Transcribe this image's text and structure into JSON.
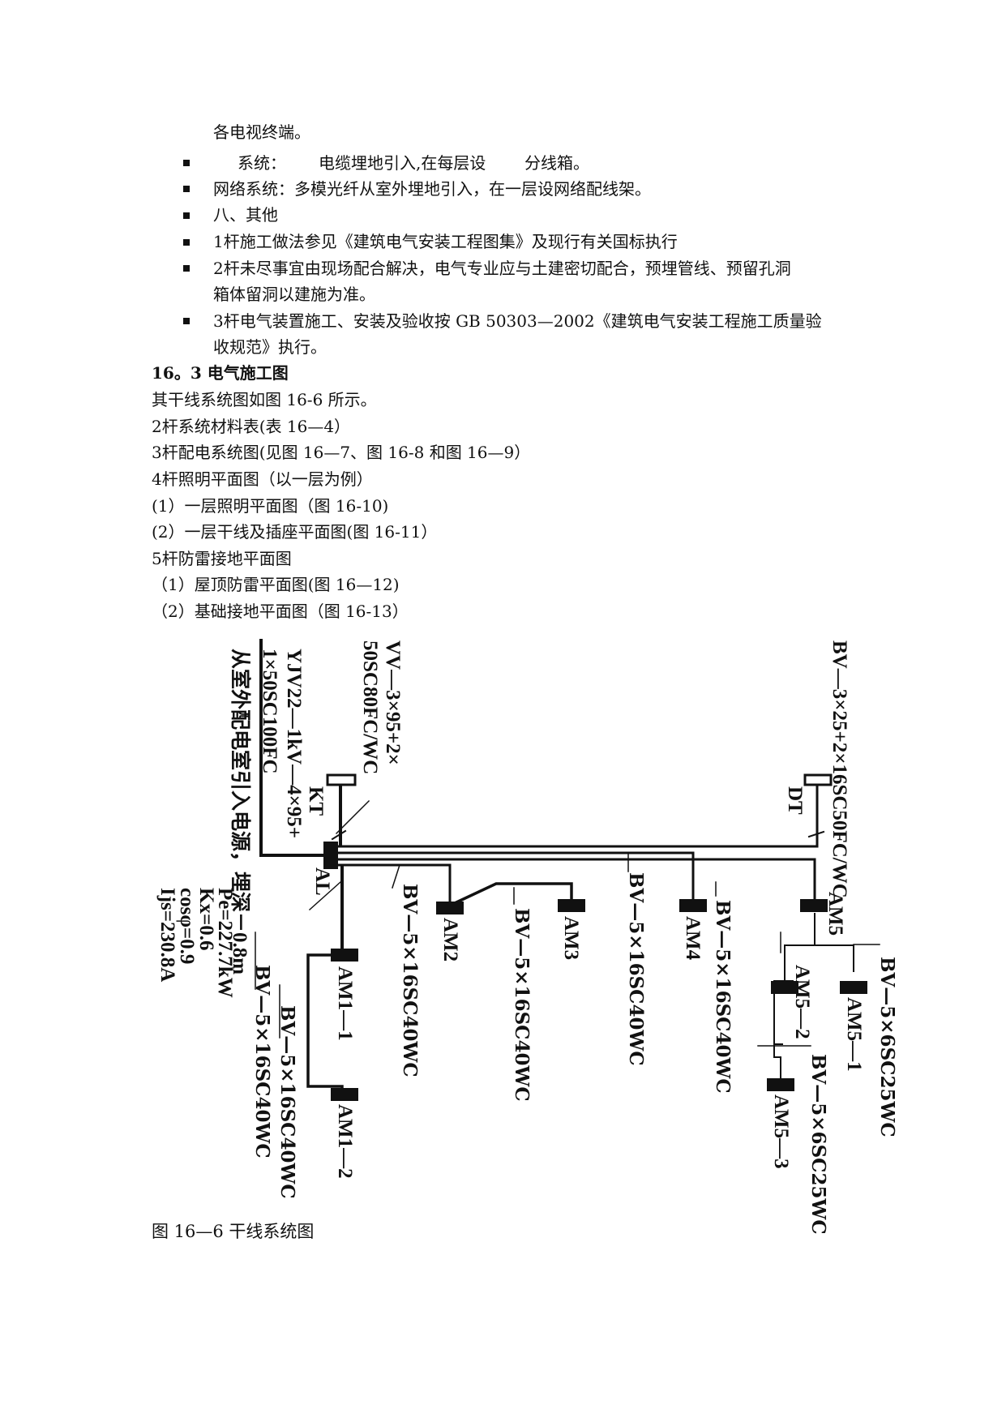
{
  "text_lines": [
    "各电视终端。",
    "系统：",
    "电缆埋地引入,在每层设",
    "分线箱。",
    "网络系统：多模光纤从室外埋地引入，在一层设网络配线架。",
    "八、其他",
    "1杆施工做法参见《建筑电气安装工程图集》及现行有关国标执行",
    "2杆未尽事宜由现场配合解决，电气专业应与土建密切配合，预埋管线、预留孔洞",
    "箱体留洞以建施为准。",
    "3杆电气装置施工、安装及验收按 GB 50303—2002《建筑电气安装工程施工质量验",
    "收规范》执行。",
    "16。3  电气施工图",
    "其干线系统图如图 16-6 所示。",
    "2杆系统材料表(表 16—4）",
    "3杆配电系统图(见图 16—7、图 16-8 和图 16—9）",
    "4杆照明平面图（以一层为例）",
    "(1）一层照明平面图（图 16-10)",
    "(2）一层干线及插座平面图(图 16-11）",
    "5杆防雷接地平面图",
    "（1）屋顶防雷平面图(图 16—12)",
    "（2）基础接地平面图（图 16-13）"
  ],
  "diagram": {
    "source_col1": "从室外配电室引入电源，埋深－0.8m",
    "source_col2": "YJV22—1kV—4×95+",
    "source_col3": "1×50SC100FC",
    "source_col4": "VV—3×95+2×",
    "source_col5": "50SC80FC/WC",
    "params": [
      "Pe=227.7kW",
      "Kx=0.6",
      "cosφ=0.9",
      "Ijs=230.8A"
    ],
    "dt_cable": "BV—3×25+2×16SC50FC/WC",
    "panels": {
      "al": "AL",
      "kt": "KT",
      "dt": "DT",
      "am1_1": "AM1—1",
      "am1_2": "AM1—2",
      "am2": "AM2",
      "am3": "AM3",
      "am4": "AM4",
      "am5": "AM5",
      "am5_1": "AM5—1",
      "am5_2": "AM5—2",
      "am5_3": "AM5—3"
    },
    "cables": {
      "c_am1_1": "BV—5×16SC40WC",
      "c_am1_2": "BV—5×16SC40WC",
      "c_am2": "BV—5×16SC40WC",
      "c_am3": "BV—5×16SC40WC",
      "c_am4": "BV—5×16SC40WC",
      "c_am5": "BV—5×16SC40WC",
      "c_am5_1": "BV—5×6SC25WC",
      "c_am5_3": "BV—5×6SC25WC"
    }
  },
  "caption": "图 16—6    干线系统图"
}
